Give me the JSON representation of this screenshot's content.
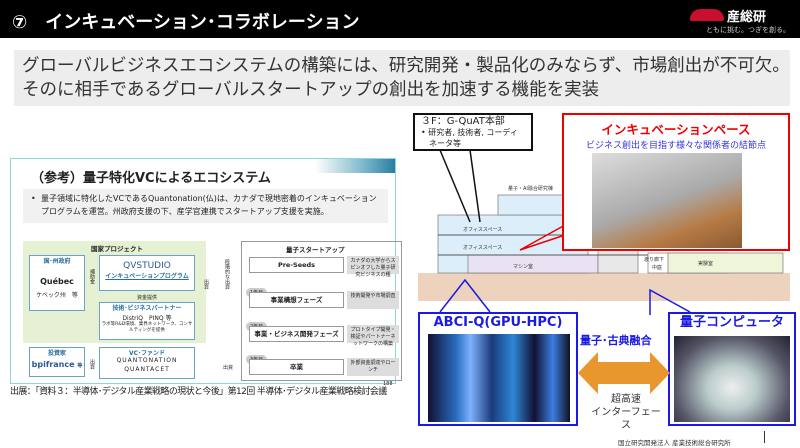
{
  "header": {
    "title": "⑦　インキュベーション･コラボレーション",
    "logo_name": "産総研",
    "logo_tagline": "ともに挑む。つぎを創る。"
  },
  "lead": {
    "line1": "グローバルビジネスエコシステムの構築には、研究開発・製品化のみならず、市場創出が不可欠。",
    "line2": "そのに相手であるグローバルスタートアップの創出を加速する機能を実装"
  },
  "reference": {
    "title": "（参考）量子特化VCによるエコシステム",
    "bullet": "量子領域に特化したVCであるQuantonation(仏)は、カナダで現地密着のインキュベーションプログラムを運営。州政府支援の下、産学官連携でスタートアップ支援を実施。",
    "national_project": "国家プロジェクト",
    "gov_label": "国･州政府",
    "quebec": "Québec",
    "quebec_note": "ケベック州　等",
    "subsidy": "補助金",
    "qvstudio": "QVSTUDIO",
    "incubation_program": "インキュベーションプログラム",
    "funding_support": "資金提供",
    "partner_label": "技術･ビジネスパートナー",
    "partner1": "DistriQ",
    "partner2": "PINQ",
    "partner_etc": "等",
    "partner_desc": "ラボ等R&D環境、業界ネットワーク、コンサルティングを提供",
    "investor_label": "投資家",
    "bpifrance": "bpifrance",
    "investor_etc": "等",
    "investment": "出資",
    "vc_label": "VC･ファンド",
    "quantonation": "QUANTONATION",
    "quantacet": "QUANTACET",
    "investment2": "出資",
    "staged": "段階的な出資",
    "investment3": "出資",
    "startup_title": "量子スタートアップ",
    "stages": [
      {
        "year": "",
        "name": "Pre-Seeds",
        "note": "カナダの大学からスピンオフした量子研究ビジネスの種"
      },
      {
        "year": "1年目",
        "name": "事業構想フェーズ",
        "note": "技術開発や市場調査"
      },
      {
        "year": "2年目",
        "name": "事業・ビジネス開発フェーズ",
        "note": "プロトタイプ開発・検証やパートナーネットワークの構築"
      },
      {
        "year": "3年目",
        "name": "卒業",
        "note": "外部資金調達やローンチ"
      }
    ],
    "page_no": "188"
  },
  "caption": "出展：「資料３：半導体･デジタル産業戦略の現状と今後」第12回 半導体･デジタル産業戦略検討会議",
  "callouts": {
    "hq_title": "３F：G-QuAT本部",
    "hq_item": "研究者, 技術者, コーディネータ等",
    "incubation_title": "インキュベーションペース",
    "incubation_sub": "ビジネス創出を目指す様々な関係者の結節点",
    "abci": "ABCI-Q(GPU-HPC)",
    "quantum_computer": "量子コンピュータ",
    "fusion": "量子･古典融合",
    "speed1": "超高速",
    "speed2": "インターフェース"
  },
  "building": {
    "office1": "オフィススペース",
    "office2": "オフィススペース",
    "machine_room": "マシン室",
    "courtyard": "中庭",
    "lab": "実験室",
    "passage": "渡り廊下",
    "research": "量子・AI融合研究棟"
  },
  "footer": "国立研究開発法人 産業技術総合研究所",
  "colors": {
    "red": "#e00000",
    "blue": "#1a1ae6",
    "orange": "#e8962e"
  }
}
